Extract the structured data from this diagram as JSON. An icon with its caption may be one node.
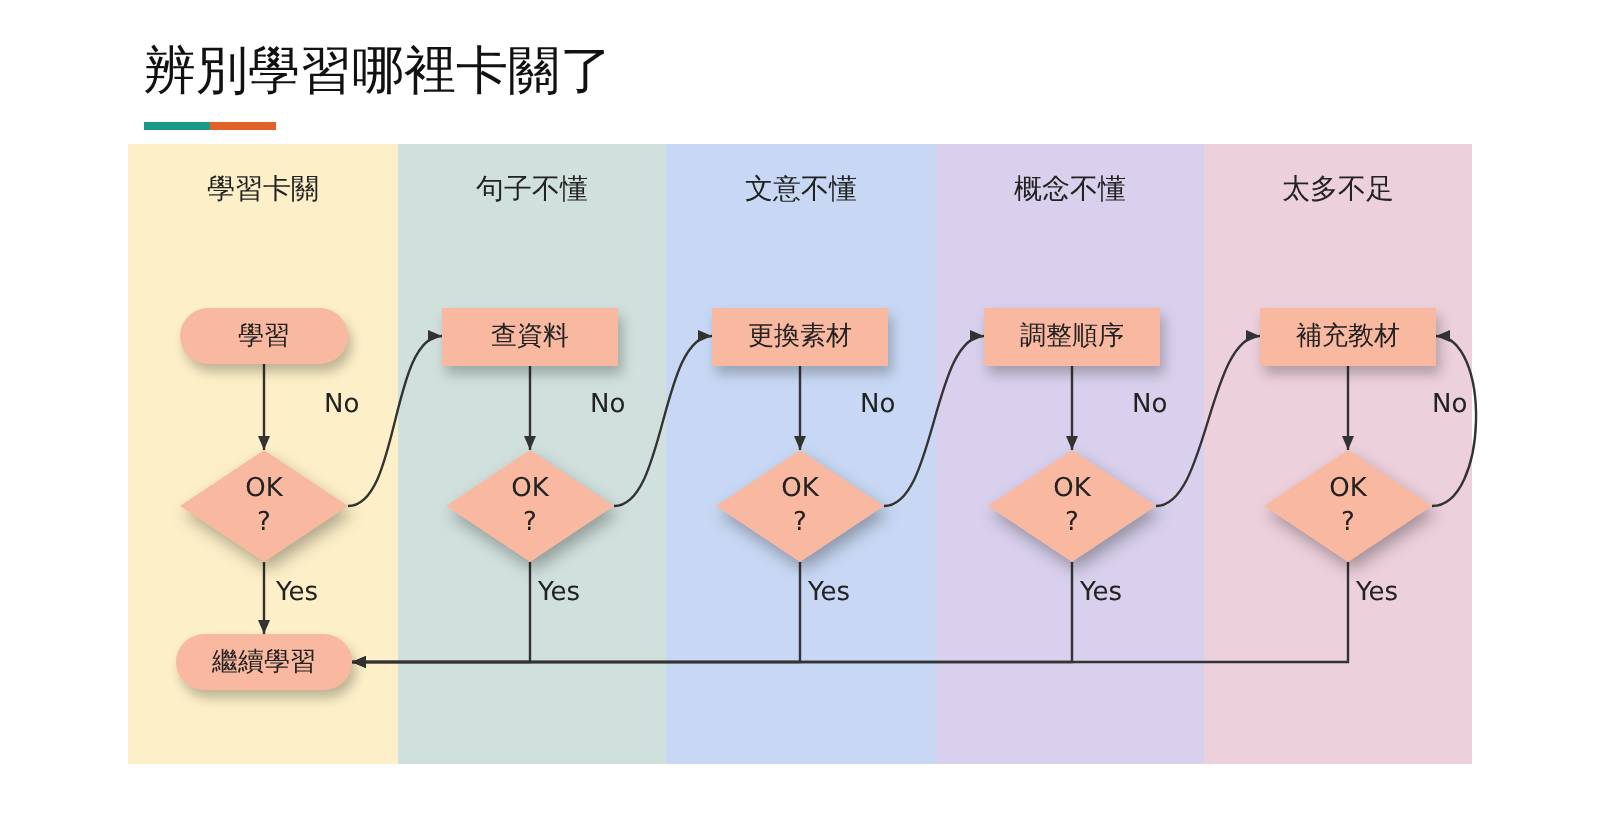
{
  "diagram": {
    "title": "辨別學習哪裡卡關了",
    "nodes": [
      {
        "text": [
          "學習卡關"
        ]
      },
      {
        "text": [
          "學習"
        ],
        "in": 0
      },
      {
        "text": [
          "OK ?"
        ],
        "in": 0
      },
      {
        "text": [
          "繼續學習"
        ],
        "in": 0
      },
      {
        "text": [
          "句子不懂"
        ]
      },
      {
        "text": [
          "查資料"
        ],
        "in": 4
      },
      {
        "text": [
          "OK ?"
        ],
        "in": 4
      },
      {
        "text": [
          "文意不懂"
        ]
      },
      {
        "text": [
          "更換素材"
        ],
        "in": 7
      },
      {
        "text": [
          "OK ?"
        ],
        "in": 7
      },
      {
        "text": [
          "概念不懂"
        ]
      },
      {
        "text": [
          "調整順序"
        ],
        "in": 10
      },
      {
        "text": [
          "OK ?"
        ],
        "in": 10
      },
      {
        "text": [
          "太多不足"
        ]
      },
      {
        "text": [
          "補充教材"
        ],
        "in": 13
      },
      {
        "text": [
          "OK ?"
        ],
        "in": 13
      }
    ],
    "edges": [
      {
        "from": 1,
        "to": 2,
        "arrow": "to"
      },
      {
        "from": 2,
        "to": 3,
        "arrow": "to",
        "label": "Yes"
      },
      {
        "from": 2,
        "to": 5,
        "arrow": "to",
        "label": "No"
      },
      {
        "from": 5,
        "to": 6,
        "arrow": "to"
      },
      {
        "from": 6,
        "to": 3,
        "arrow": "to",
        "label": "Yes"
      },
      {
        "from": 6,
        "to": 8,
        "arrow": "to",
        "label": "No"
      },
      {
        "from": 8,
        "to": 9,
        "arrow": "to"
      },
      {
        "from": 9,
        "to": 3,
        "arrow": "to",
        "label": "Yes"
      },
      {
        "from": 9,
        "to": 11,
        "arrow": "to",
        "label": "No"
      },
      {
        "from": 11,
        "to": 12,
        "arrow": "to"
      },
      {
        "from": 12,
        "to": 3,
        "arrow": "to",
        "label": "Yes"
      },
      {
        "from": 12,
        "to": 14,
        "arrow": "to",
        "label": "No"
      },
      {
        "from": 14,
        "to": 15,
        "arrow": "to"
      },
      {
        "from": 15,
        "to": 3,
        "arrow": "to",
        "label": "Yes"
      },
      {
        "from": 15,
        "to": 14,
        "arrow": "to",
        "label": "No"
      }
    ]
  }
}
